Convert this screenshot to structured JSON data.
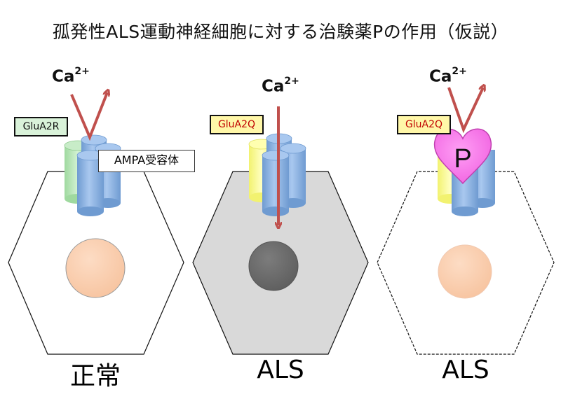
{
  "title": "孤発性ALS運動神経細胞に対する治験薬Pの作用（仮説）",
  "panels": [
    {
      "label": "正常",
      "subunit": "GluA2R",
      "ion": "Ca",
      "charge": "2+",
      "receptor": "AMPA受容体"
    },
    {
      "label": "ALS",
      "subunit": "GluA2Q",
      "ion": "Ca",
      "charge": "2+"
    },
    {
      "label": "ALS",
      "subunit": "GluA2Q",
      "ion": "Ca",
      "charge": "2+",
      "drug": "P"
    }
  ],
  "colors": {
    "arrow": "#c0504d",
    "cylinder_blue": "#8db3e2",
    "cylinder_green": "#b7e4b7",
    "cylinder_yellow": "#ffff99",
    "nucleus_normal": "#fbcfb0",
    "nucleus_als": "#707070",
    "cell_als_fill": "#d9d9d9",
    "drug_heart": "#ff77ee"
  }
}
